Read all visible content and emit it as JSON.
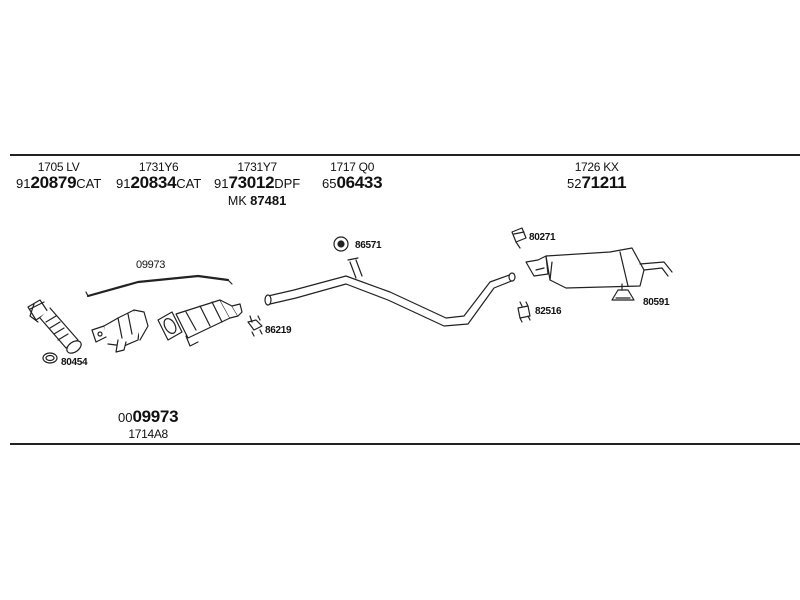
{
  "columns": [
    {
      "ref": "1705 LV",
      "prefix": "91",
      "number": "20879",
      "suffix": "CAT"
    },
    {
      "ref": "1731Y6",
      "prefix": "91",
      "number": "20834",
      "suffix": "CAT"
    },
    {
      "ref": "1731Y7",
      "prefix": "91",
      "number": "73012",
      "suffix": "DPF",
      "kit_prefix": "MK",
      "kit_number": "87481"
    },
    {
      "ref": "1717 Q0",
      "prefix": "65",
      "number": "06433",
      "suffix": ""
    },
    {
      "ref": "1726 KX",
      "prefix": "52",
      "number": "71211",
      "suffix": ""
    }
  ],
  "part_labels": {
    "rod": "09973",
    "seal_left": "80454",
    "clamp_mid": "86219",
    "ring": "86571",
    "clip_top": "80271",
    "clamp_right": "82516",
    "hanger": "80591"
  },
  "bottom": {
    "prefix": "00",
    "number": "09973",
    "ref": "1714A8"
  }
}
